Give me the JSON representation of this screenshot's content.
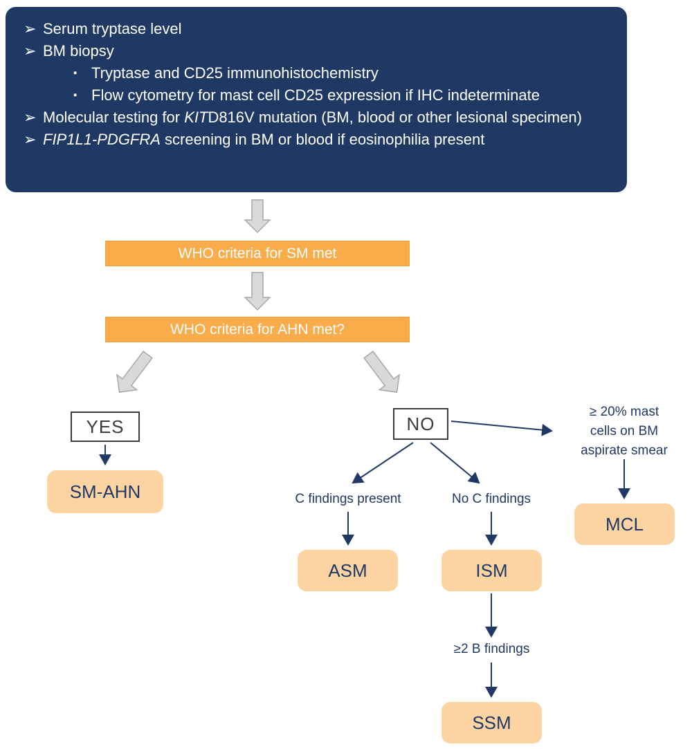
{
  "colors": {
    "panel_navy": "#1F3864",
    "orange_box": "#FAAC4B",
    "light_orange_node": "#FBD4A2",
    "block_arrow_fill": "#D9D9D9",
    "block_arrow_stroke": "#A6A6A6",
    "connector_navy": "#1F3864"
  },
  "icons": {
    "arrow_bullet": "➢",
    "square_bullet": "▪"
  },
  "workup_panel": {
    "items": [
      {
        "text": "Serum tryptase level"
      },
      {
        "text": "BM biopsy"
      },
      {
        "text": "Tryptase and CD25 immunohistochemistry"
      },
      {
        "text": "Flow cytometry for mast cell CD25 expression if IHC indeterminate"
      },
      {
        "pre": "Molecular testing for ",
        "italic": "KIT",
        "post": "D816V mutation (BM, blood or other lesional specimen)"
      },
      {
        "pre": "",
        "italic": "FIP1L1-PDGFRA",
        "post": " screening in BM or blood if eosinophilia present"
      }
    ]
  },
  "flowchart": {
    "sm_box": "WHO criteria for SM met",
    "ahn_box": "WHO criteria for AHN met?",
    "yes_box": "YES",
    "no_box": "NO",
    "sm_ahn_box": "SM-AHN",
    "mcl_note_lines": [
      "≥ 20% mast",
      "cells on BM",
      "aspirate smear"
    ],
    "mcl_box": "MCL",
    "c_findings_label": "C findings present",
    "no_c_findings_label": "No C findings",
    "asm_box": "ASM",
    "ism_box": "ISM",
    "b_findings_label": "≥2 B findings",
    "ssm_box": "SSM"
  }
}
